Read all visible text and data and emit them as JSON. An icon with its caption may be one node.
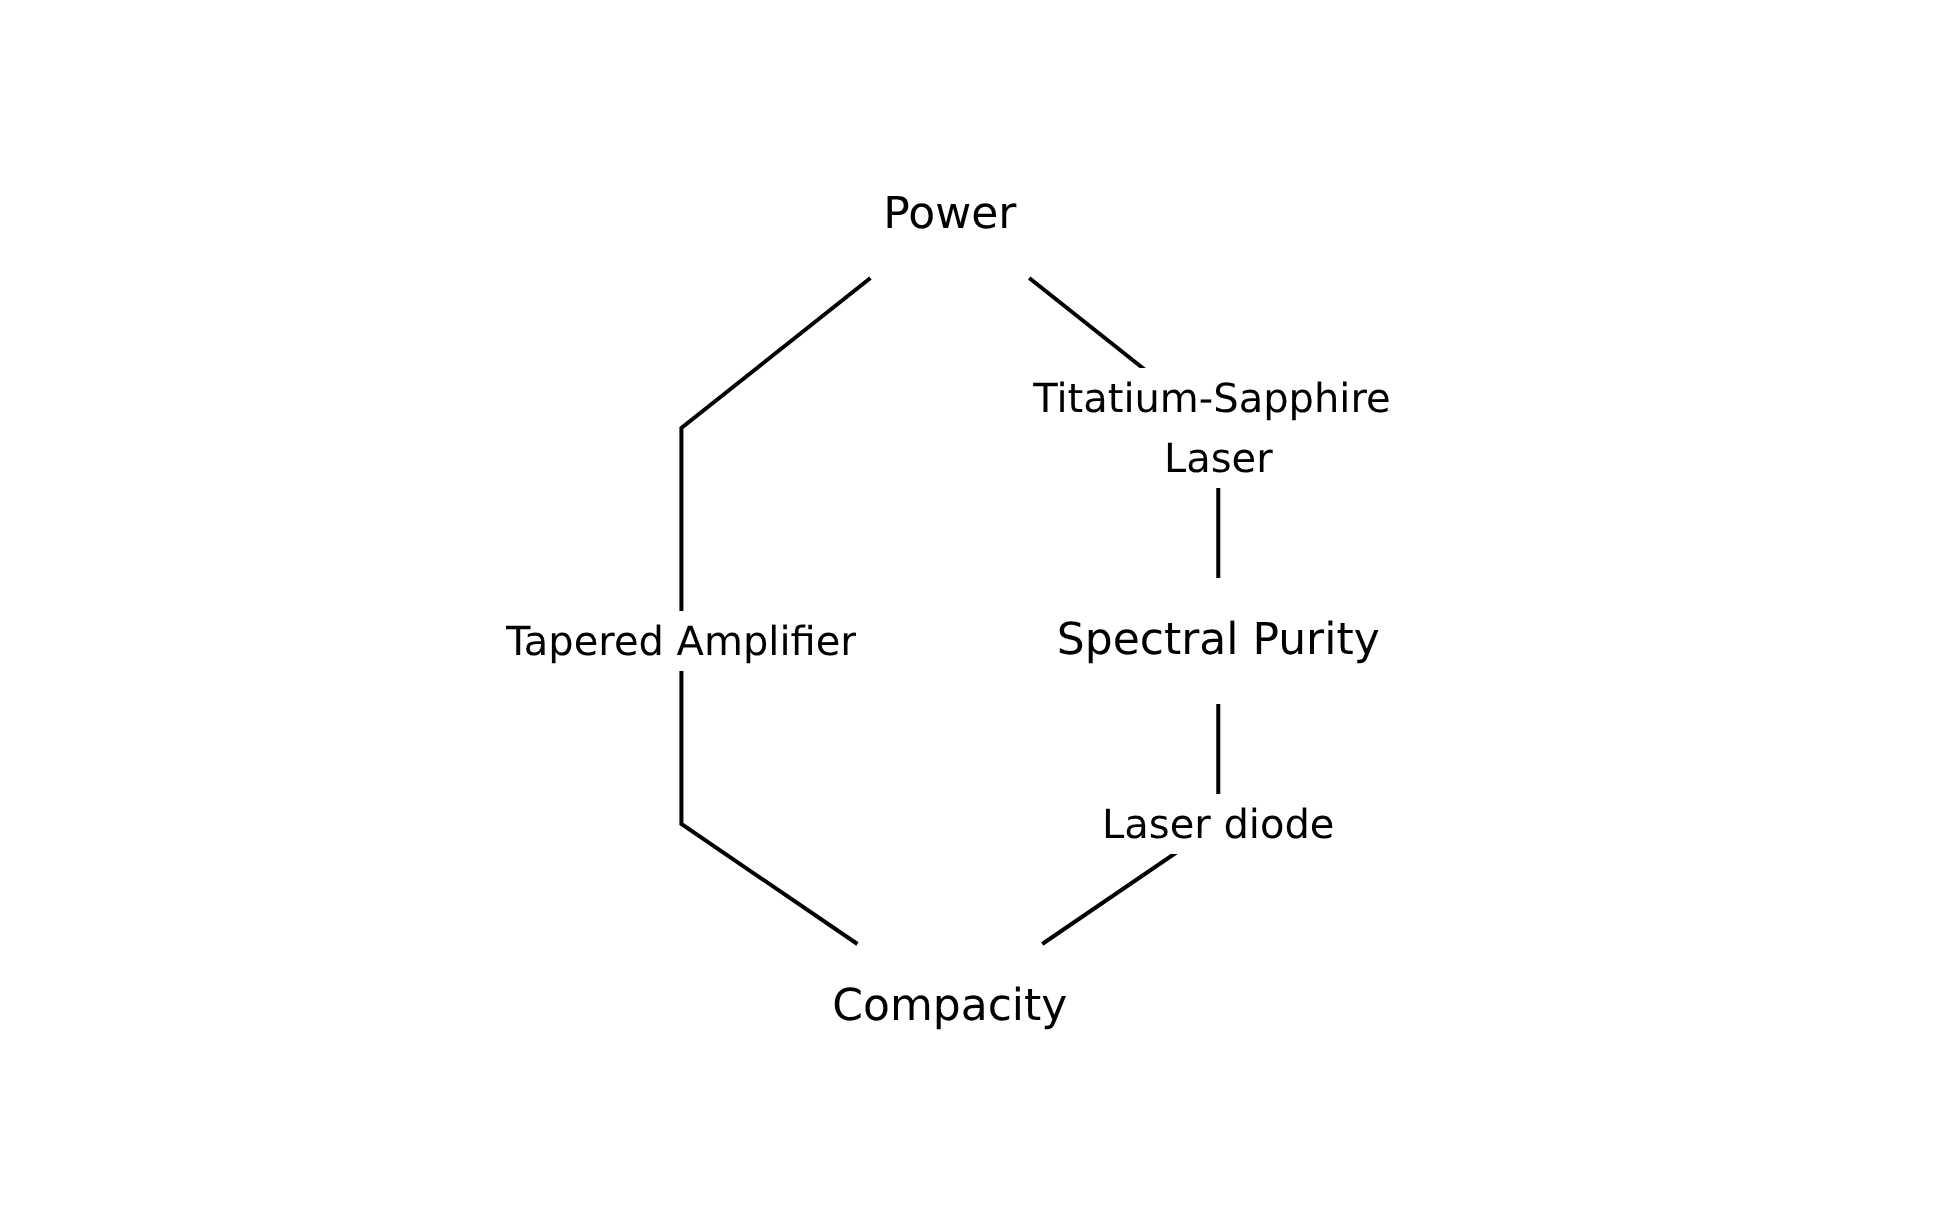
{
  "diagram": {
    "nodes": [
      {
        "text": [
          "Power"
        ]
      },
      {
        "text": [
          "Spectral Purity"
        ]
      },
      {
        "text": [
          "Compacity"
        ]
      }
    ],
    "edges": [
      {
        "from": 0,
        "to": 1,
        "arrow": "none",
        "label": "Titatium-Sapphire Laser"
      },
      {
        "from": 0,
        "to": 2,
        "arrow": "none",
        "label": "Tapered Amplifier"
      },
      {
        "from": 1,
        "to": 2,
        "arrow": "none",
        "label": "Laser diode"
      }
    ]
  }
}
